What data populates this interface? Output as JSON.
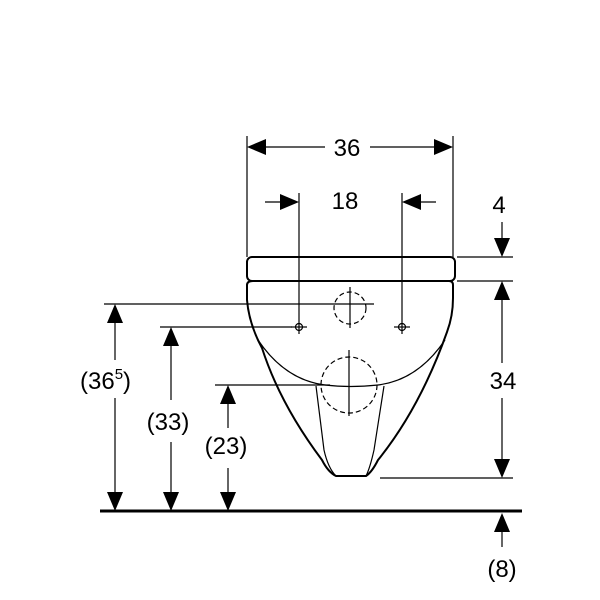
{
  "dimensions": {
    "overall_width": "36",
    "bolt_spacing": "18",
    "seat_thickness": "4",
    "bowl_height": "34",
    "height_top_base": "(36",
    "height_top_sup": "5",
    "height_top_close": ")",
    "height_bolts": "(33)",
    "height_outlet": "(23)",
    "floor_offset": "(8)"
  },
  "colors": {
    "line": "#000000",
    "background": "#ffffff"
  }
}
